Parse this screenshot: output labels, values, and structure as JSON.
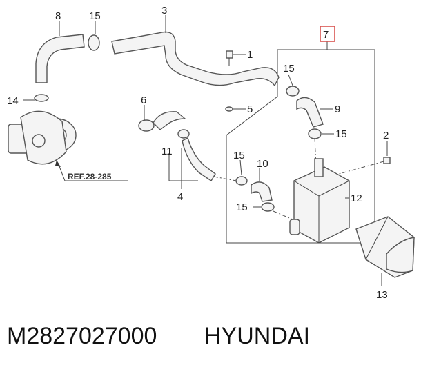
{
  "callouts": [
    {
      "id": "c8",
      "text": "8"
    },
    {
      "id": "c15a",
      "text": "15"
    },
    {
      "id": "c3",
      "text": "3"
    },
    {
      "id": "c7",
      "text": "7"
    },
    {
      "id": "c1",
      "text": "1"
    },
    {
      "id": "c14",
      "text": "14"
    },
    {
      "id": "c15b",
      "text": "15"
    },
    {
      "id": "c5",
      "text": "5"
    },
    {
      "id": "c6",
      "text": "6"
    },
    {
      "id": "c9",
      "text": "9"
    },
    {
      "id": "c15c",
      "text": "15"
    },
    {
      "id": "c2",
      "text": "2"
    },
    {
      "id": "c11",
      "text": "11"
    },
    {
      "id": "c15d",
      "text": "15"
    },
    {
      "id": "c10",
      "text": "10"
    },
    {
      "id": "c4",
      "text": "4"
    },
    {
      "id": "c12",
      "text": "12"
    },
    {
      "id": "c15e",
      "text": "15"
    },
    {
      "id": "c13",
      "text": "13"
    }
  ],
  "reference": "REF.28-285",
  "footer": {
    "part_number": "M2827027000",
    "brand": "HYUNDAI"
  },
  "colors": {
    "highlight_box": "#d9534f",
    "ink": "#444444"
  }
}
